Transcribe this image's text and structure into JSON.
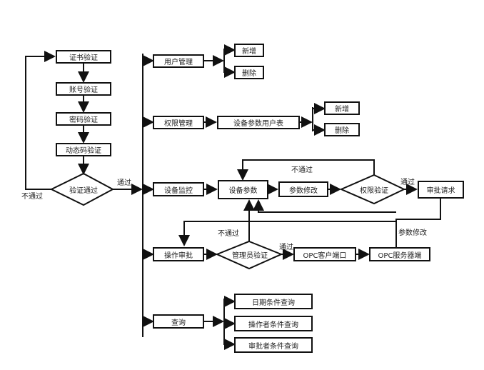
{
  "login": {
    "steps": [
      "证书验证",
      "账号验证",
      "密码验证",
      "动态码验证"
    ],
    "decision": "验证通过",
    "fail_label": "不通过",
    "pass_label": "通过"
  },
  "modules": {
    "user_mgmt": {
      "label": "用户管理",
      "actions": [
        "新增",
        "删除"
      ]
    },
    "perm_mgmt": {
      "label": "权限管理",
      "table": "设备参数用户表",
      "actions": [
        "新增",
        "删除"
      ]
    },
    "device_monitor": {
      "label": "设备监控",
      "params": "设备参数",
      "modify": "参数修改",
      "decision": "权限验证",
      "fail_label": "不通过",
      "pass_label": "通过",
      "request": "审批请求",
      "modify_feedback_label": "参数修改"
    },
    "op_approval": {
      "label": "操作审批",
      "decision": "管理员验证",
      "fail_label": "不通过",
      "pass_label": "通过",
      "opc_client": "OPC客户端口",
      "opc_server": "OPC服务器端"
    },
    "query": {
      "label": "查询",
      "options": [
        "日期条件查询",
        "操作者条件查询",
        "审批者条件查询"
      ]
    }
  }
}
